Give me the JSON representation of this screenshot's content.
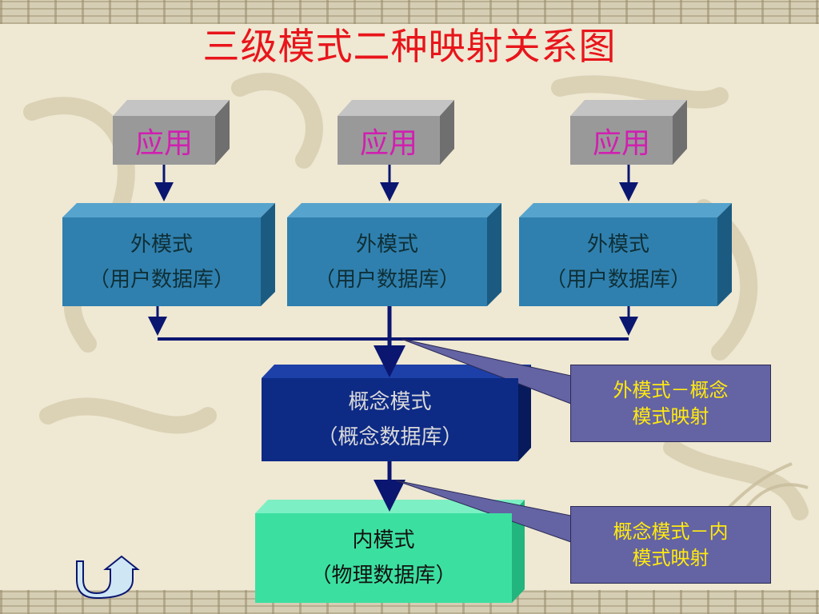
{
  "title": "三级模式二种映射关系图",
  "apps": [
    {
      "label": "应用"
    },
    {
      "label": "应用"
    },
    {
      "label": "应用"
    }
  ],
  "external_schemas": [
    {
      "line1": "外模式",
      "line2": "（用户数据库）"
    },
    {
      "line1": "外模式",
      "line2": "（用户数据库）"
    },
    {
      "line1": "外模式",
      "line2": "（用户数据库）"
    }
  ],
  "conceptual_schema": {
    "line1": "概念模式",
    "line2": "（概念数据库）"
  },
  "internal_schema": {
    "line1": "内模式",
    "line2": "（物理数据库）"
  },
  "callouts": [
    {
      "line1": "外模式－概念",
      "line2": "模式映射"
    },
    {
      "line1": "概念模式－内",
      "line2": "模式映射"
    }
  ],
  "colors": {
    "title": "#e8151b",
    "app_fill": "#999999",
    "app_text": "#d01fb0",
    "external_fill": "#2f80ae",
    "conceptual_fill": "#0d2a85",
    "internal_fill": "#3be0a0",
    "callout_fill": "#6463a4",
    "callout_text": "#ffea10",
    "connector": "#0a1670"
  },
  "icons": {
    "nav": "u-turn-arrow-icon"
  }
}
